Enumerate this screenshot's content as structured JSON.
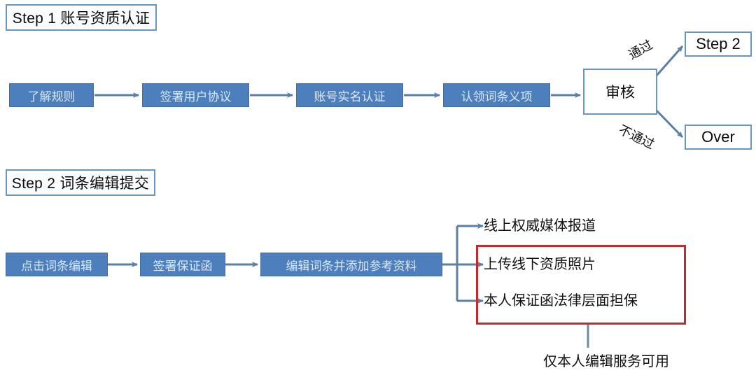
{
  "diagram": {
    "title_step1": "Step 1 账号资质认证",
    "title_step2": "Step 2 词条编辑提交",
    "colors": {
      "process_fill": "#4d7fbd",
      "process_text": "#dbe7f5",
      "outline_border": "#6a96c4",
      "arrow": "#5b7fa6",
      "emphasis_border": "#c32a2f",
      "background": "#ffffff",
      "text": "#111111"
    },
    "step1": {
      "steps": [
        {
          "label": "了解规则"
        },
        {
          "label": "签署用户协议"
        },
        {
          "label": "账号实名认证"
        },
        {
          "label": "认领词条义项"
        }
      ],
      "decision": {
        "label": "审核"
      },
      "branches": [
        {
          "edge_label": "通过",
          "target": "Step 2"
        },
        {
          "edge_label": "不通过",
          "target": "Over"
        }
      ]
    },
    "step2": {
      "steps": [
        {
          "label": "点击词条编辑"
        },
        {
          "label": "签署保证函"
        },
        {
          "label": "编辑词条并添加参考资料"
        }
      ],
      "materials": [
        {
          "label": "线上权威媒体报道",
          "emphasized": false
        },
        {
          "label": "上传线下资质照片",
          "emphasized": true
        },
        {
          "label": "本人保证函法律层面担保",
          "emphasized": true
        }
      ],
      "annotation": "仅本人编辑服务可用"
    }
  }
}
